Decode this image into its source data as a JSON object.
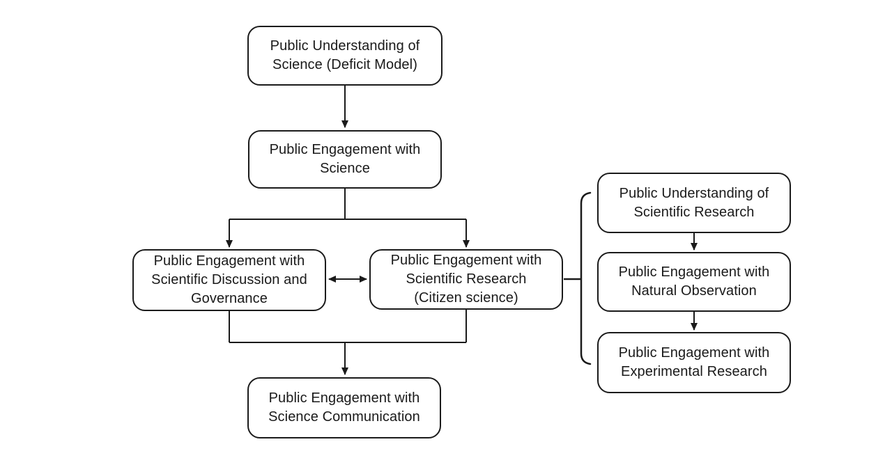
{
  "page": {
    "background": "#ffffff"
  },
  "diagram": {
    "type": "flowchart",
    "colors": {
      "node_border": "#1b1b1b",
      "node_fill": "#ffffff",
      "line": "#1a1a1a",
      "text": "#1a1a1a"
    },
    "nodes": [
      {
        "id": "public-understanding-of-science",
        "label": "Public Understanding of\nScience (Deficit Model)"
      },
      {
        "id": "public-engagement-with-science",
        "label": "Public Engagement with\nScience"
      },
      {
        "id": "public-engagement-with-scientific-discussion-and-governance",
        "label": "Public Engagement with\nScientific Discussion and\nGovernance"
      },
      {
        "id": "public-engagement-with-scientific-research",
        "label": "Public Engagement with\nScientific Research\n(Citizen science)"
      },
      {
        "id": "public-engagement-with-science-communication",
        "label": "Public Engagement with\nScience Communication"
      },
      {
        "id": "public-understanding-of-scientific-research",
        "label": "Public Understanding of\nScientific Research"
      },
      {
        "id": "public-engagement-with-natural-observation",
        "label": "Public Engagement with\nNatural Observation"
      },
      {
        "id": "public-engagement-with-experimental-research",
        "label": "Public Engagement with\nExperimental Research"
      }
    ],
    "edges": [
      {
        "from": "public-understanding-of-science",
        "to": "public-engagement-with-science",
        "type": "arrow"
      },
      {
        "from": "public-engagement-with-science",
        "to": "public-engagement-with-scientific-discussion-and-governance",
        "type": "arrow"
      },
      {
        "from": "public-engagement-with-science",
        "to": "public-engagement-with-scientific-research",
        "type": "arrow"
      },
      {
        "from": "public-engagement-with-scientific-discussion-and-governance",
        "to": "public-engagement-with-scientific-research",
        "type": "double-arrow"
      },
      {
        "from": "public-engagement-with-scientific-discussion-and-governance",
        "to": "public-engagement-with-science-communication",
        "type": "arrow"
      },
      {
        "from": "public-engagement-with-scientific-research",
        "to": "public-engagement-with-science-communication",
        "type": "arrow"
      },
      {
        "from": "public-engagement-with-scientific-research",
        "to": "public-understanding-of-scientific-research, public-engagement-with-natural-observation, public-engagement-with-experimental-research",
        "type": "bracket"
      },
      {
        "from": "public-understanding-of-scientific-research",
        "to": "public-engagement-with-natural-observation",
        "type": "arrow"
      },
      {
        "from": "public-engagement-with-natural-observation",
        "to": "public-engagement-with-experimental-research",
        "type": "arrow"
      }
    ]
  }
}
